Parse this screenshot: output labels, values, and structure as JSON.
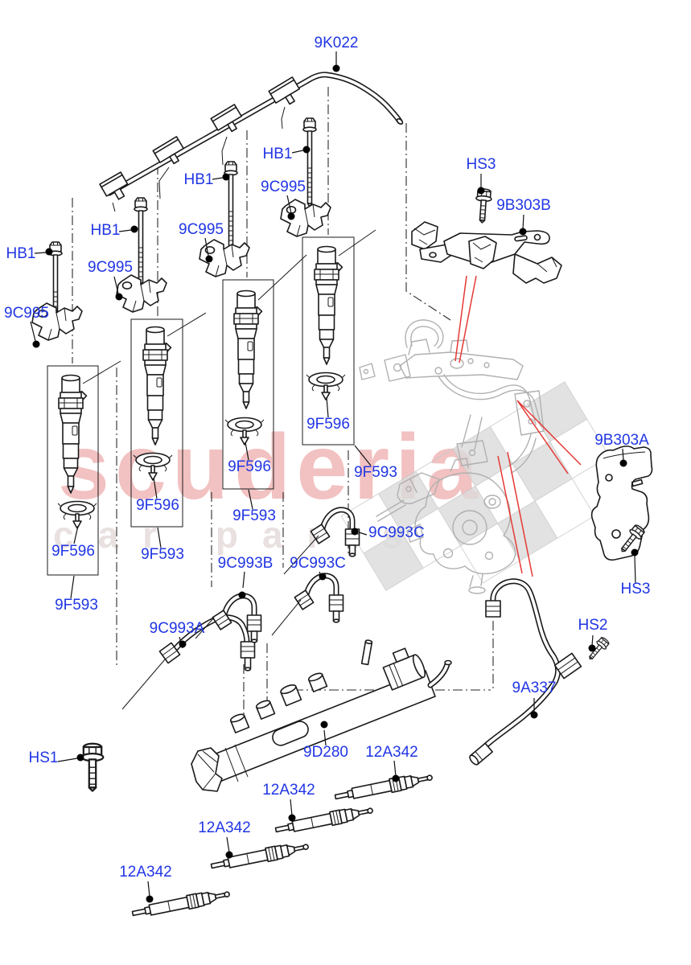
{
  "watermark": {
    "line1": "scuderia",
    "line2": "car parts"
  },
  "colors": {
    "label_blue": "#2136e4",
    "drawing_black": "#1a1a1a",
    "pointer_red": "#e53935",
    "reference_gray": "#b0b0b0",
    "watermark_pink": "#f2c1c1",
    "watermark_gray": "#e9e0e0",
    "checker_gray": "#dcdcdc"
  },
  "callouts": [
    {
      "text": "9K022"
    },
    {
      "text": "HB1"
    },
    {
      "text": "9C995"
    },
    {
      "text": "HB1"
    },
    {
      "text": "9C995"
    },
    {
      "text": "HB1"
    },
    {
      "text": "9C995"
    },
    {
      "text": "HB1"
    },
    {
      "text": "9C995"
    },
    {
      "text": "HS3"
    },
    {
      "text": "9B303B"
    },
    {
      "text": "9B303A"
    },
    {
      "text": "HS3"
    },
    {
      "text": "HS2"
    },
    {
      "text": "9A337"
    },
    {
      "text": "9F596"
    },
    {
      "text": "9F593"
    },
    {
      "text": "9F596"
    },
    {
      "text": "9F593"
    },
    {
      "text": "9F596"
    },
    {
      "text": "9F593"
    },
    {
      "text": "9F596"
    },
    {
      "text": "9F593"
    },
    {
      "text": "9C993B"
    },
    {
      "text": "9C993C"
    },
    {
      "text": "9C993C"
    },
    {
      "text": "9C993A"
    },
    {
      "text": "9D280"
    },
    {
      "text": "12A342"
    },
    {
      "text": "12A342"
    },
    {
      "text": "12A342"
    },
    {
      "text": "12A342"
    },
    {
      "text": "HS1"
    }
  ]
}
